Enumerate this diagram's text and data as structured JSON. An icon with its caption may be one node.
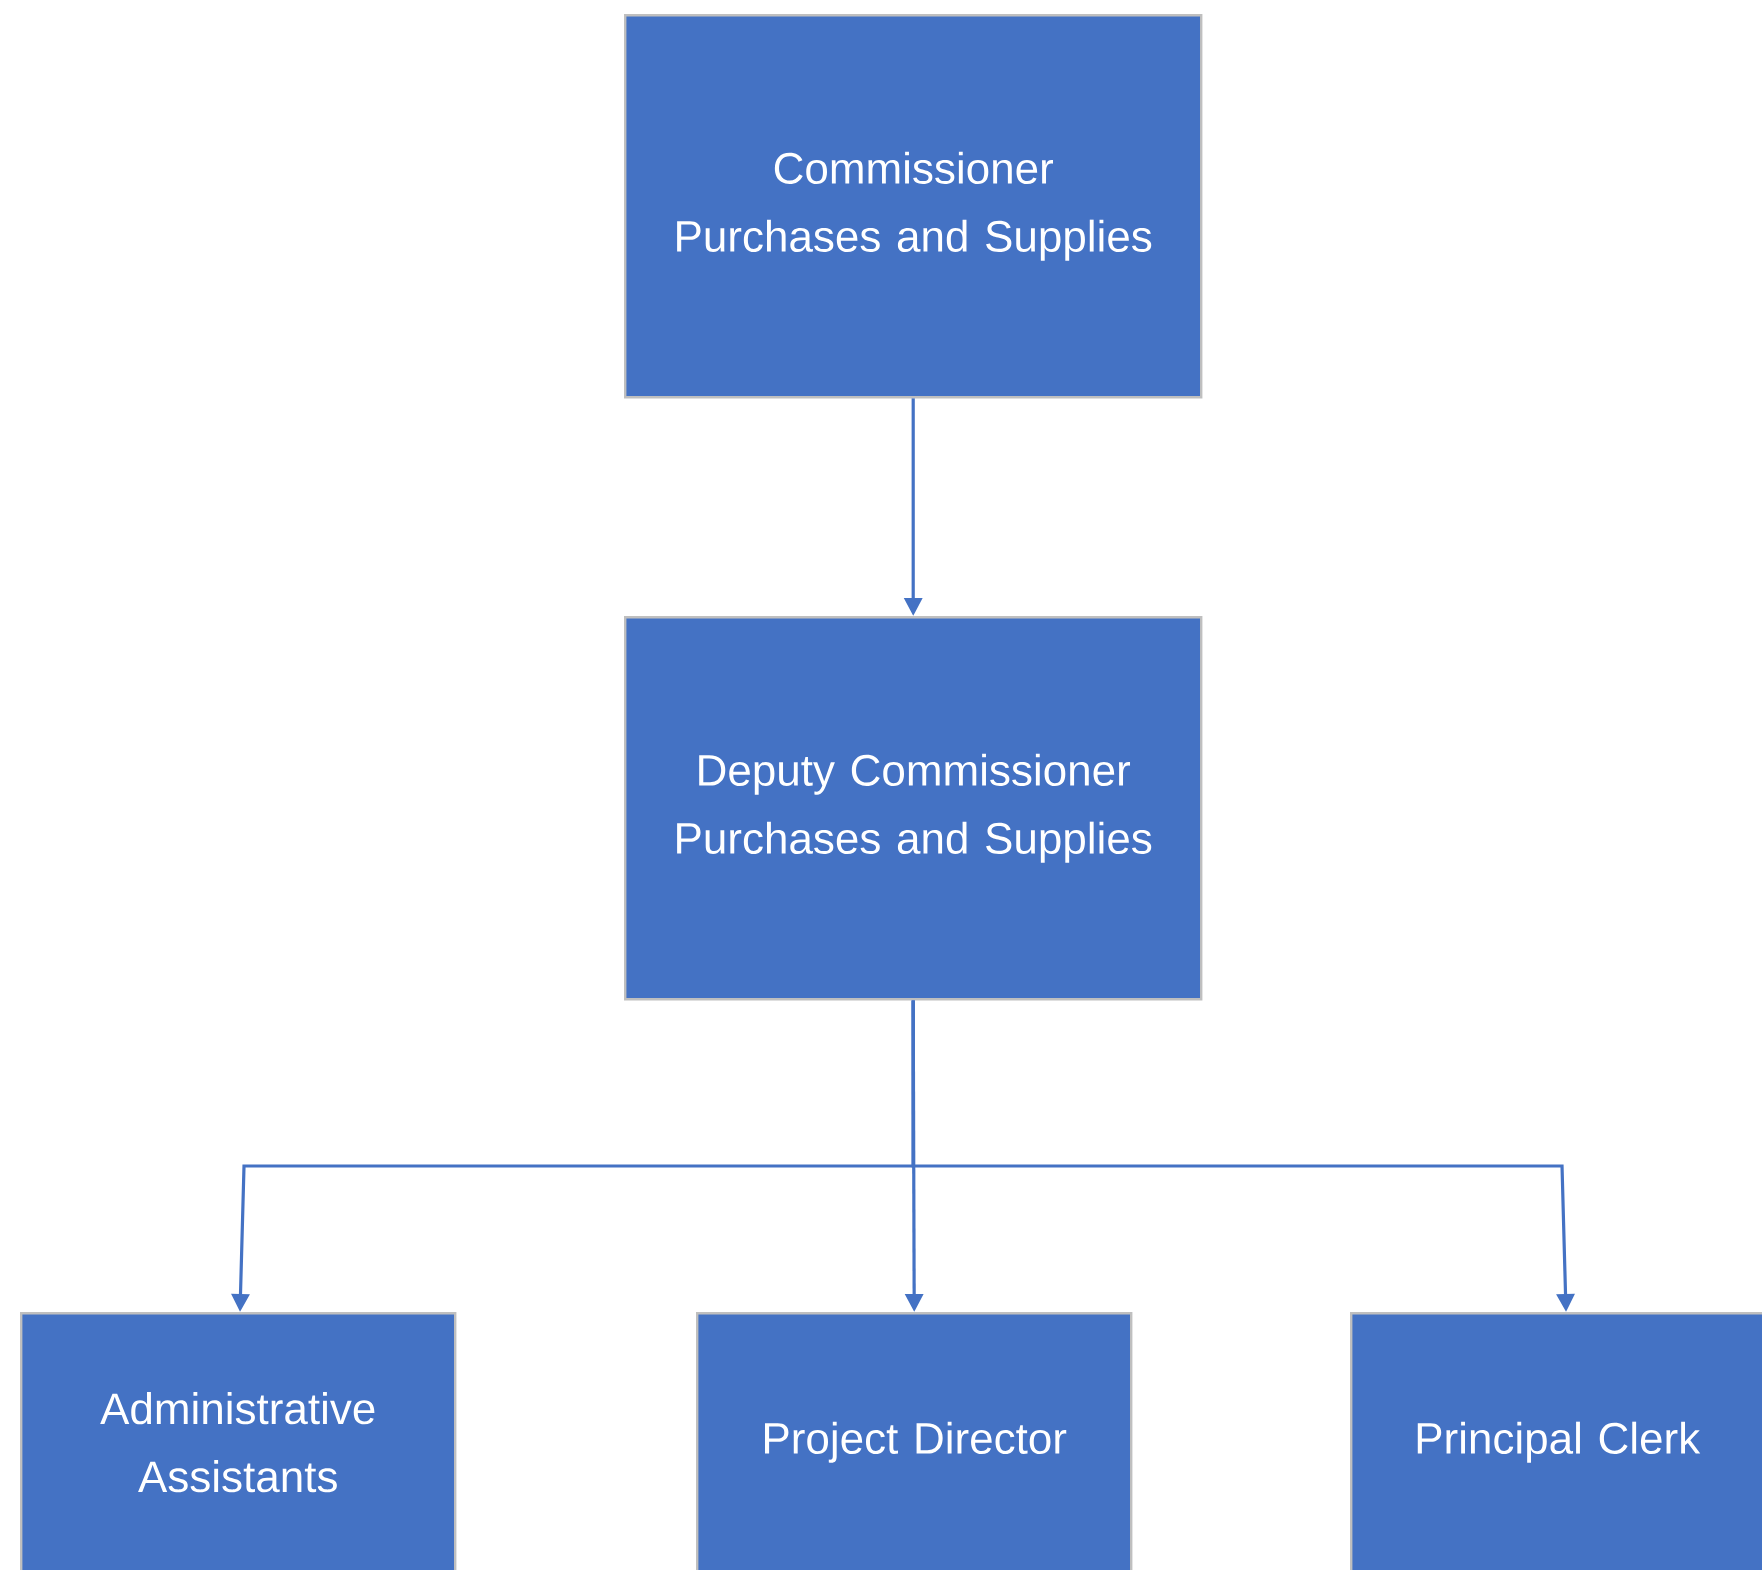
{
  "diagram": {
    "nodes": [
      {
        "text": [
          "Commissioner Purchases and Supplies"
        ]
      },
      {
        "text": [
          "Deputy Commissioner Purchases and Supplies"
        ]
      },
      {
        "text": [
          "Administrative Assistants"
        ]
      },
      {
        "text": [
          "Project Director"
        ]
      },
      {
        "text": [
          "Principal Clerk"
        ]
      }
    ],
    "edges": [
      {
        "from": 0,
        "to": 1,
        "arrow": "to"
      },
      {
        "from": 1,
        "to": 2,
        "arrow": "to"
      },
      {
        "from": 1,
        "to": 3,
        "arrow": "to"
      },
      {
        "from": 1,
        "to": 4,
        "arrow": "to"
      }
    ]
  }
}
